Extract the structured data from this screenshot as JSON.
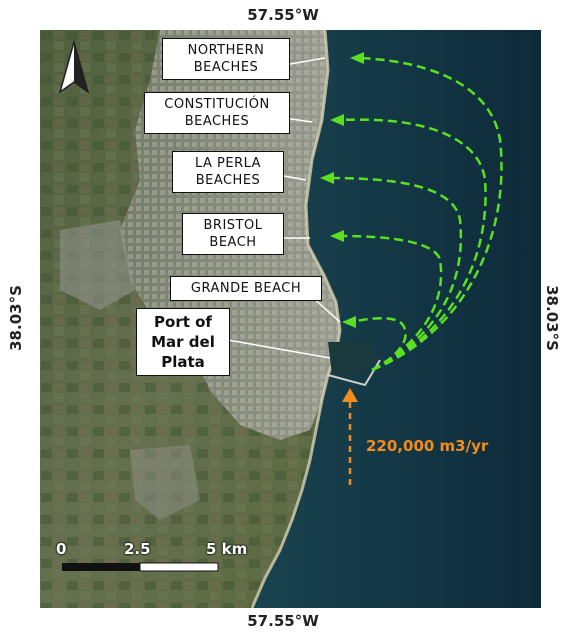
{
  "coordinates": {
    "top": "57.55°W",
    "bottom": "57.55°W",
    "left": "38.03°S",
    "right": "38.03°S"
  },
  "labels": {
    "northern": [
      "NORTHERN",
      "BEACHES"
    ],
    "constitucion": [
      "CONSTITUCIÓN",
      "BEACHES"
    ],
    "la_perla": [
      "LA PERLA",
      "BEACHES"
    ],
    "bristol": [
      "BRISTOL",
      "BEACH"
    ],
    "grande": "GRANDE BEACH",
    "port": [
      "Port of",
      "Mar del",
      "Plata"
    ]
  },
  "scale_bar": {
    "ticks": [
      "0",
      "2.5",
      "5 km"
    ]
  },
  "sediment_flow": "220,000 m3/yr",
  "icons": {
    "north_arrow": "north-arrow-icon"
  },
  "colors": {
    "ocean": "#0f2d3d",
    "land": "#5b6b48",
    "city": "#8a8c84",
    "flow_arrows": "#5be01f",
    "transport_arrow": "#f28c1c"
  }
}
